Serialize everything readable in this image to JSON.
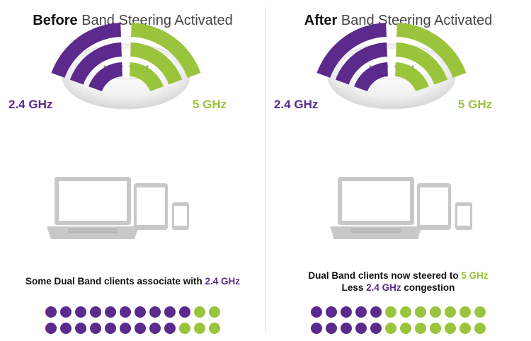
{
  "colors": {
    "purple": "#5b2a8c",
    "green": "#9ac43c",
    "device_gray": "#c8c8c8",
    "text_dark": "#111111"
  },
  "panels": [
    {
      "title_bold": "Before",
      "title_rest": "Band Steering Activated",
      "label_24": "2.4 GHz",
      "label_5": "5 GHz",
      "caption_lines": [
        [
          {
            "text": "Some Dual Band clients associate with ",
            "color": "text"
          },
          {
            "text": "2.4 GHz",
            "color": "purple"
          }
        ]
      ],
      "dot_rows": [
        {
          "purple": 10,
          "green": 2
        },
        {
          "purple": 9,
          "green": 3
        }
      ]
    },
    {
      "title_bold": "After",
      "title_rest": "Band Steering Activated",
      "label_24": "2.4 GHz",
      "label_5": "5 GHz",
      "caption_lines": [
        [
          {
            "text": "Dual Band clients now steered to ",
            "color": "text"
          },
          {
            "text": "5 GHz",
            "color": "green"
          }
        ],
        [
          {
            "text": "Less ",
            "color": "text"
          },
          {
            "text": "2.4 GHz",
            "color": "purple"
          },
          {
            "text": " congestion",
            "color": "text"
          }
        ]
      ],
      "dot_rows": [
        {
          "purple": 5,
          "green": 7
        },
        {
          "purple": 5,
          "green": 7
        }
      ]
    }
  ]
}
